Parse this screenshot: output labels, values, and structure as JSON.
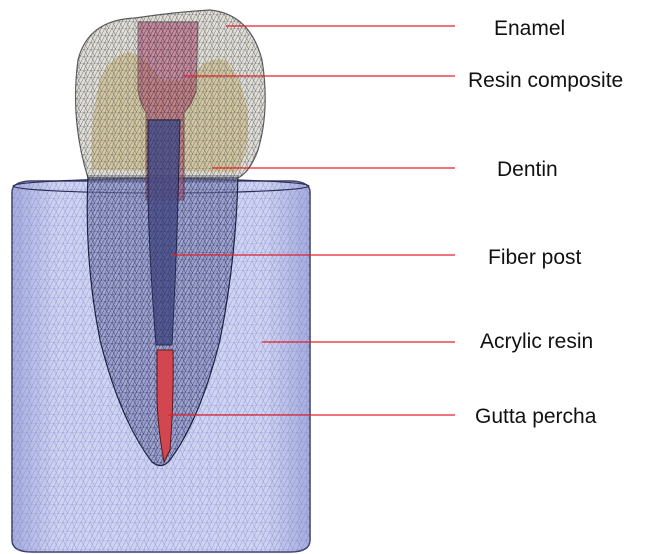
{
  "labels": [
    {
      "id": "enamel",
      "text": "Enamel"
    },
    {
      "id": "resin-composite",
      "text": "Resin composite"
    },
    {
      "id": "dentin",
      "text": "Dentin"
    },
    {
      "id": "fiber-post",
      "text": "Fiber post"
    },
    {
      "id": "acrylic-resin",
      "text": "Acrylic resin"
    },
    {
      "id": "gutta-percha",
      "text": "Gutta percha"
    }
  ],
  "colors": {
    "background": "#ffffff",
    "leader_line": "#e0202a",
    "acrylic_fill": "#c9cdf0",
    "mesh_dark": "#1c2240",
    "enamel_fill": "#d9d5c8",
    "dentin_fill": "#cfc093",
    "resin_composite_fill": "#b04a6a",
    "fiber_post_fill": "#4a4f8a",
    "gutta_percha_fill": "#d2464f"
  }
}
